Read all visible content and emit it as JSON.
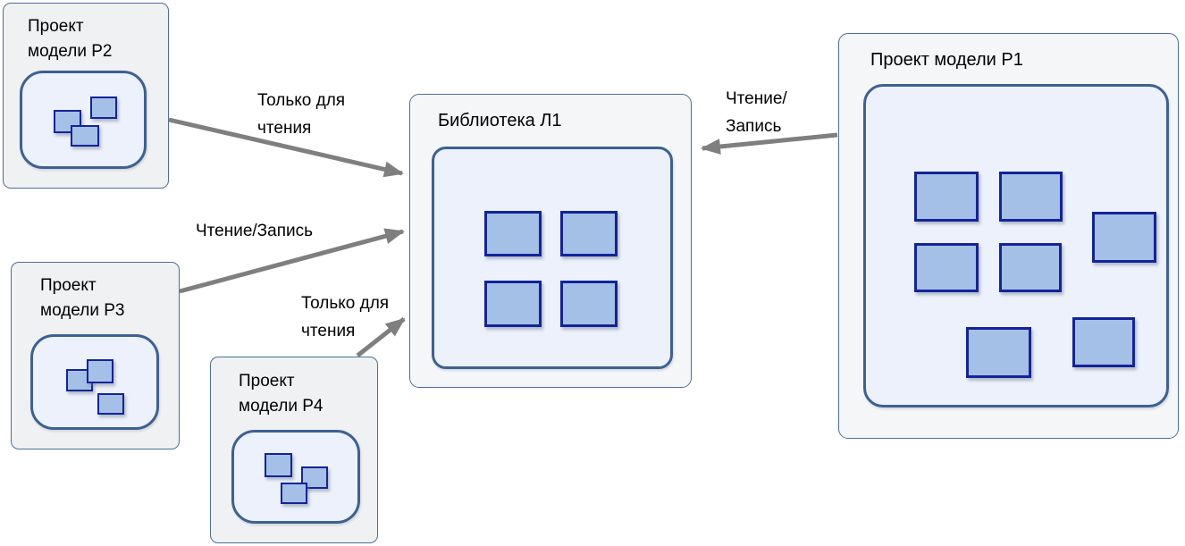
{
  "library": {
    "title": "Библиотека Л1",
    "module_count": 4
  },
  "projects": {
    "p1": {
      "title": "Проект модели P1",
      "module_count": 7
    },
    "p2": {
      "title_line1": "Проект",
      "title_line2": "модели P2",
      "module_count": 3
    },
    "p3": {
      "title_line1": "Проект",
      "title_line2": "модели P3",
      "module_count": 3
    },
    "p4": {
      "title_line1": "Проект",
      "title_line2": "модели P4",
      "module_count": 3
    }
  },
  "arrows": {
    "p2_to_library": {
      "label_line1": "Только для",
      "label_line2": "чтения"
    },
    "p3_to_library": {
      "label": "Чтение/Запись"
    },
    "p4_to_library": {
      "label_line1": "Только для",
      "label_line2": "чтения"
    },
    "p1_to_library": {
      "label_line1": "Чтение/",
      "label_line2": "Запись"
    }
  },
  "colors": {
    "square_fill": "#a5c0e6",
    "square_border": "#13239a",
    "container_fill": "#ecf1fb",
    "container_border": "#3d6191",
    "box_fill_gray": "#f0f1f2",
    "box_fill_light": "#f4f6f8",
    "box_border": "#4a6f9d",
    "arrow": "#7f7f7f",
    "text": "#000000"
  }
}
